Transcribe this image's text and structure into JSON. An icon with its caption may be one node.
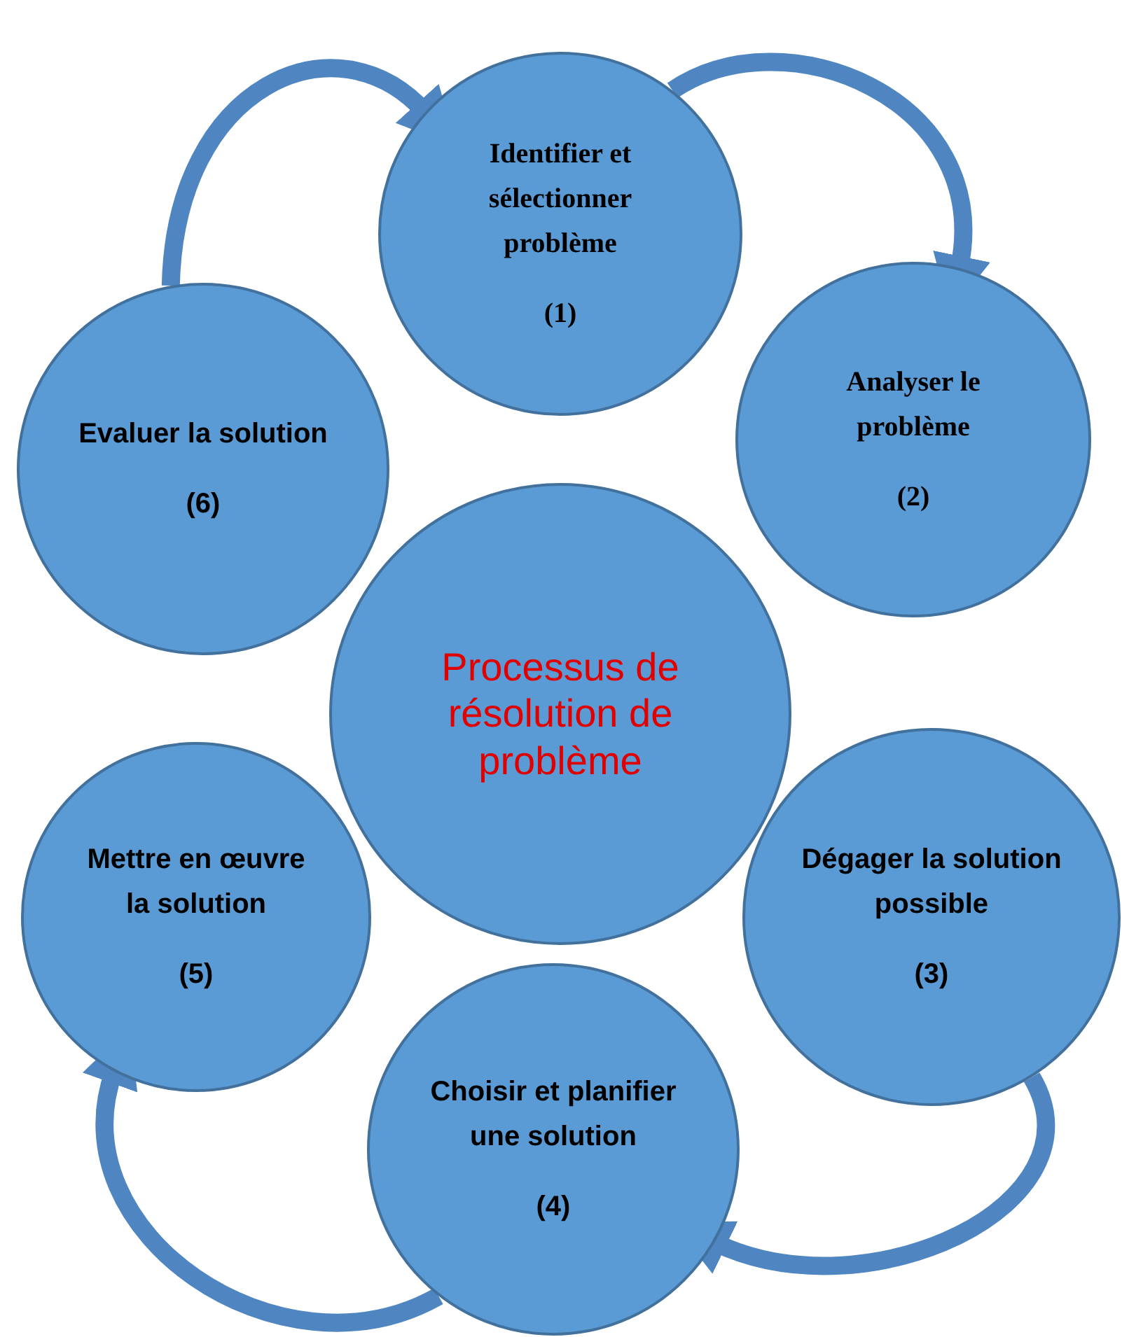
{
  "diagram": {
    "nodes": [
      {
        "text": [
          "Processus de résolution de problème"
        ]
      },
      {
        "text": [
          "Identifier et sélectionner problème",
          "(1)"
        ]
      },
      {
        "text": [
          "Analyser le problème",
          "(2)"
        ]
      },
      {
        "text": [
          "Dégager la solution possible",
          "(3)"
        ]
      },
      {
        "text": [
          "Choisir et planifier une solution",
          "(4)"
        ]
      },
      {
        "text": [
          "Mettre en œuvre la solution",
          "(5)"
        ]
      },
      {
        "text": [
          "Evaluer la solution",
          "(6)"
        ]
      }
    ],
    "edges": [
      {
        "from": 6,
        "to": 1,
        "arrow": "to"
      },
      {
        "from": 1,
        "to": 2,
        "arrow": "to"
      },
      {
        "from": 3,
        "to": 4,
        "arrow": "to"
      },
      {
        "from": 4,
        "to": 5,
        "arrow": "to"
      }
    ]
  }
}
